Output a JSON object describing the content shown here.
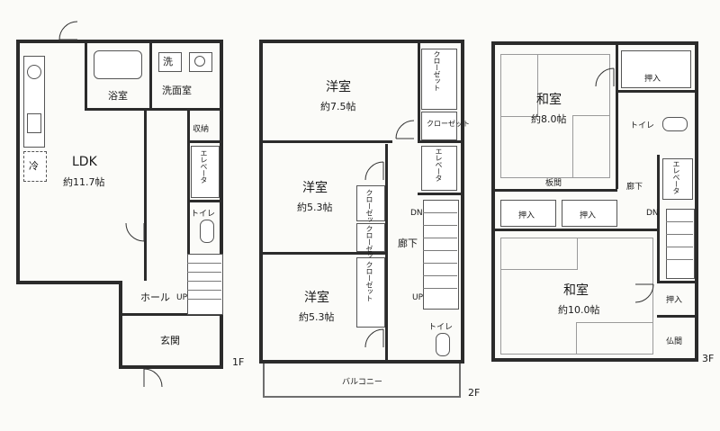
{
  "floor_labels": {
    "f1": "1F",
    "f2": "2F",
    "f3": "3F"
  },
  "f1": {
    "ldk": "LDK",
    "ldk_size": "約11.7帖",
    "fridge": "冷",
    "bath": "浴室",
    "washroom": "洗面室",
    "washer": "洗",
    "storage": "収納",
    "elevator": "エレベータ",
    "toilet": "トイレ",
    "hall": "ホール",
    "up": "UP",
    "entrance": "玄関"
  },
  "f2": {
    "room_a": "洋室",
    "room_a_size": "約7.5帖",
    "room_b": "洋室",
    "room_b_size": "約5.3帖",
    "room_c": "洋室",
    "room_c_size": "約5.3帖",
    "closet_1": "クローゼット",
    "closet_2": "クローゼット",
    "closet_3": "クローゼット",
    "closet_4": "クローゼット",
    "closet_5": "クローゼット",
    "elevator": "エレベータ",
    "corridor": "廊下",
    "dn": "DN",
    "up": "UP",
    "toilet": "トイレ",
    "balcony": "バルコニー"
  },
  "f3": {
    "room_a": "和室",
    "room_a_size": "約8.0帖",
    "room_b": "和室",
    "room_b_size": "約10.0帖",
    "oshiire_1": "押入",
    "oshiire_2": "押入",
    "oshiire_3": "押入",
    "oshiire_4": "押入",
    "toilet": "トイレ",
    "elevator": "エレベータ",
    "corridor": "廊下",
    "itanoma": "板間",
    "dn": "DN",
    "butsuma": "仏間"
  }
}
